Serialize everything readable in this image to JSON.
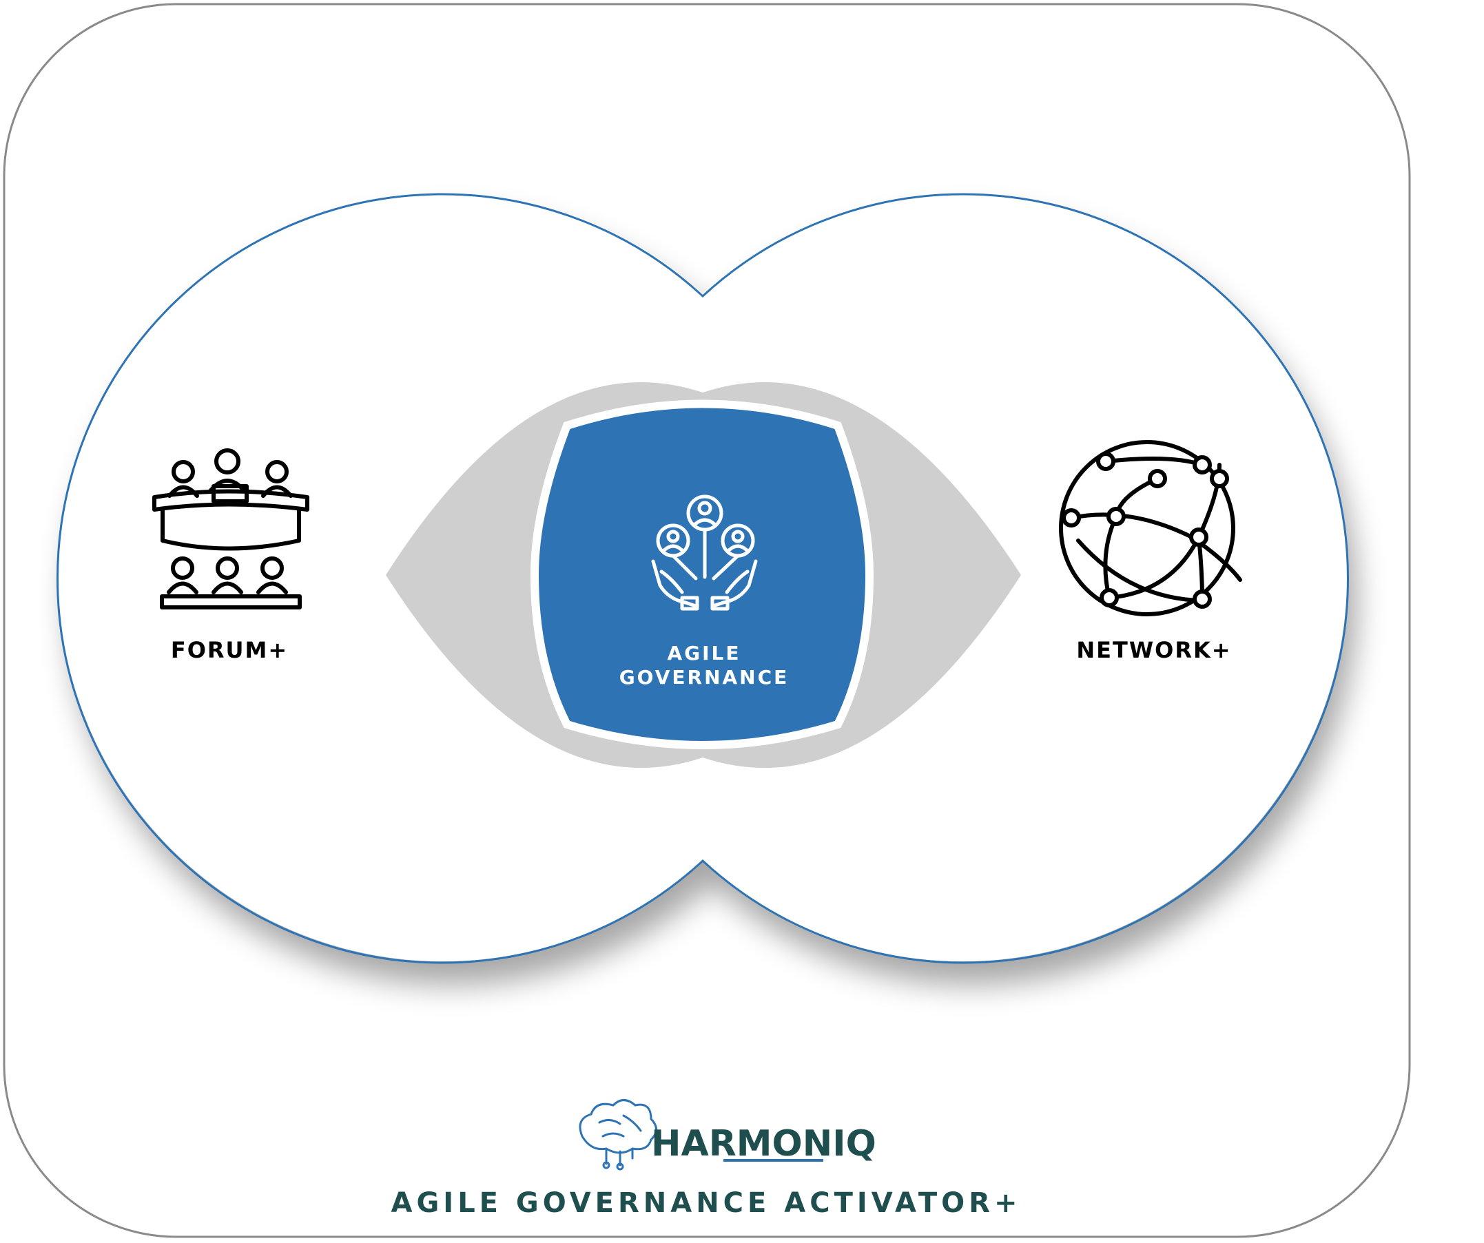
{
  "diagram": {
    "left_node": {
      "label": "FORUM+",
      "icon": "council-meeting-icon"
    },
    "center_node": {
      "line1": "AGILE",
      "line2": "GOVERNANCE",
      "icon": "community-hands-icon"
    },
    "right_node": {
      "label": "NETWORK+",
      "icon": "globe-network-icon"
    }
  },
  "footer": {
    "brand_name": "HARMONIQ",
    "brand_logo": "brain-circuit-logo",
    "tagline": "AGILE GOVERNANCE ACTIVATOR+"
  },
  "colors": {
    "accent_blue": "#2E74B5",
    "brand_teal": "#1F4E4E",
    "lens_gray": "#D0CFD0",
    "frame_gray": "#8A8A8A",
    "icon_black": "#000000"
  }
}
